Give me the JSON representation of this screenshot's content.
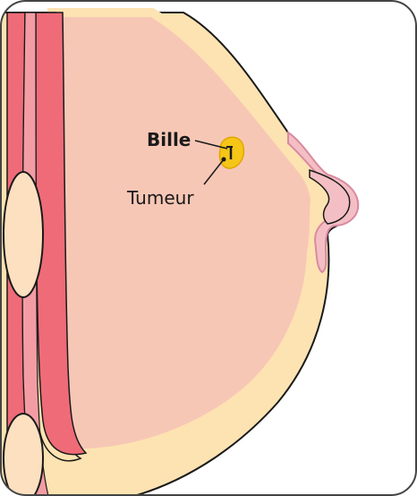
{
  "labels": {
    "bead": "Bille",
    "tumor": "Tumeur"
  },
  "colors": {
    "background": "#ffffff",
    "breast_tissue": "#f7c7b6",
    "fat_layer": "#fde3b1",
    "muscle": "#ef6b78",
    "muscle_light": "#f39ca4",
    "rib": "#fde0c0",
    "nipple": "#f4bfc4",
    "nipple_outline": "#d98aa0",
    "tumor": "#f5c518",
    "outline": "#1a1a1a"
  },
  "icons": {
    "diagram": "breast-cross-section-diagram"
  }
}
